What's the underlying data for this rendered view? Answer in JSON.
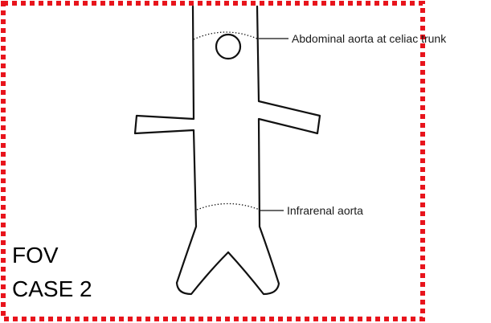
{
  "labels": {
    "celiac": "Abdominal aorta at celiac trunk",
    "infrarenal": "Infrarenal aorta"
  },
  "caption": {
    "line1": "FOV",
    "line2": "CASE 2"
  },
  "colors": {
    "frame_border": "#e8141c",
    "outline": "#111111",
    "background": "#ffffff"
  }
}
